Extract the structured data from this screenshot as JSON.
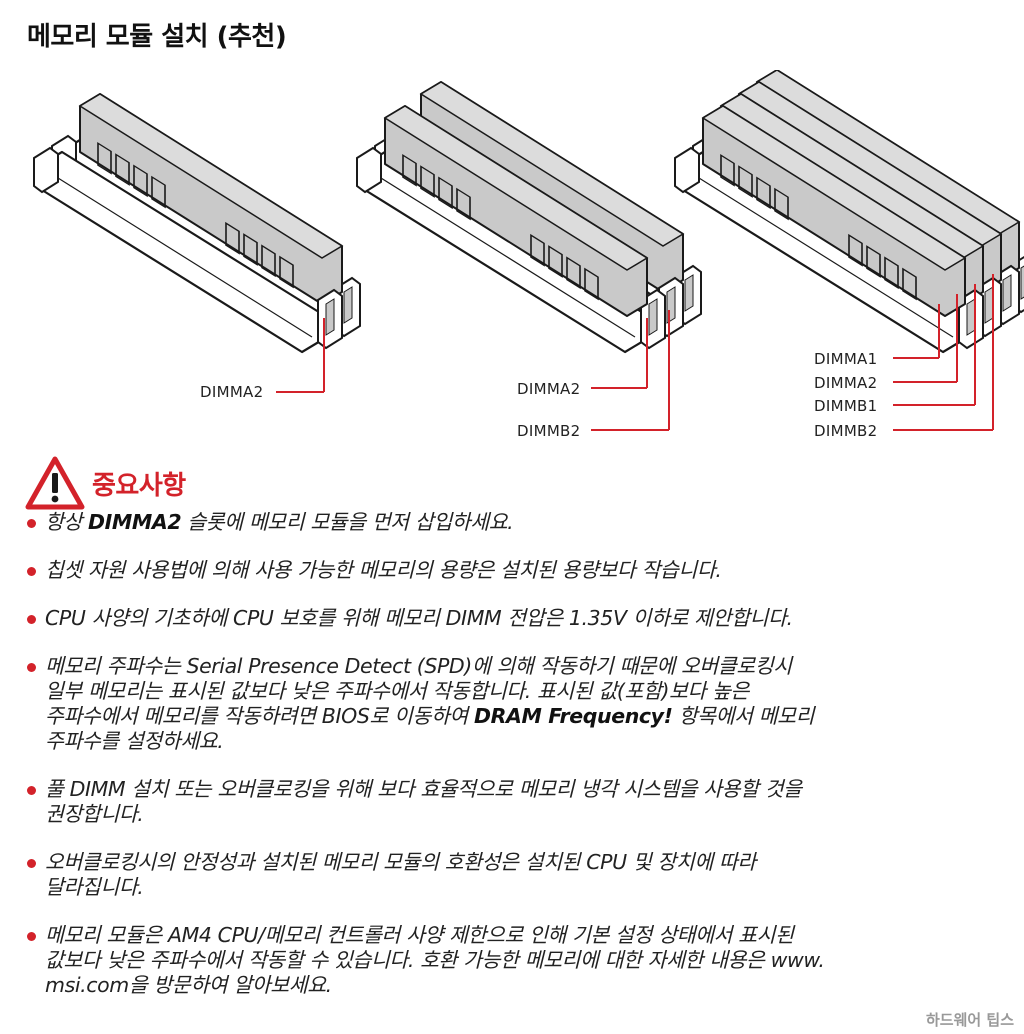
{
  "title": "메모리 모듈 설치 (추천)",
  "diagram_labels": {
    "one_module": [
      "DIMMA2"
    ],
    "two_modules": [
      "DIMMA2",
      "DIMMB2"
    ],
    "four_modules": [
      "DIMMA1",
      "DIMMA2",
      "DIMMB1",
      "DIMMB2"
    ]
  },
  "important": {
    "heading": "중요사항",
    "icon": "warning-triangle-icon"
  },
  "notes": [
    {
      "pre": "항상 ",
      "bold": "DIMMA2",
      "post": " 슬롯에 메모리 모듈을 먼저 삽입하세요."
    },
    {
      "pre": "칩셋 자원 사용법에 의해 사용 가능한 메모리의 용량은 설치된 용량보다 작습니다.",
      "bold": "",
      "post": ""
    },
    {
      "pre": "CPU 사양의 기초하에 CPU 보호를 위해  메모리 DIMM 전압은 1.35V 이하로 제안합니다.",
      "bold": "",
      "post": ""
    },
    {
      "pre": "메모리 주파수는 Serial Presence Detect (SPD)에 의해 작동하기 때문에 오버클로킹시\n일부 메모리는 표시된 값보다 낮은 주파수에서 작동합니다. 표시된 값(포함)보다 높은\n주파수에서 메모리를 작동하려면 BIOS로 이동하여 ",
      "bold": "DRAM Frequency!",
      "post": " 항목에서 메모리\n주파수를 설정하세요."
    },
    {
      "pre": "풀 DIMM 설치 또는 오버클로킹을 위해 보다 효율적으로 메모리 냉각 시스템을 사용할 것을\n권장합니다.",
      "bold": "",
      "post": ""
    },
    {
      "pre": "오버클로킹시의 안정성과 설치된 메모리 모듈의 호환성은 설치된 CPU 및 장치에 따라\n달라집니다.",
      "bold": "",
      "post": ""
    },
    {
      "pre": "메모리 모듈은 AM4 CPU/메모리 컨트롤러 사양 제한으로 인해 기본 설정 상태에서 표시된\n값보다 낮은 주파수에서 작동할 수 있습니다. 호환 가능한 메모리에 대한 자세한 내용은 www.\nmsi.com을 방문하여 알아보세요.",
      "bold": "",
      "post": ""
    }
  ],
  "watermark": "하드웨어 팁스",
  "colors": {
    "accent": "#d3222a",
    "module": "#c9c9c9",
    "slot": "#ffffff",
    "outline": "#1a1a1a"
  }
}
